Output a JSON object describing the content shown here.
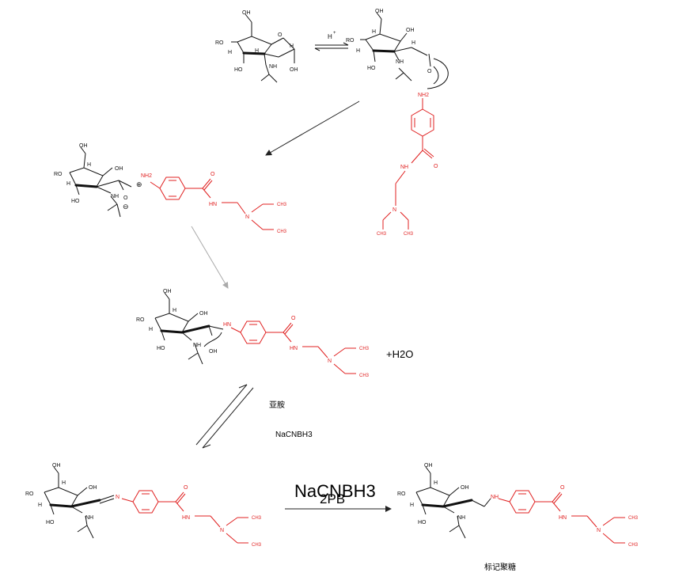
{
  "colors": {
    "reagent": "#e02020",
    "sugar": "#111111",
    "arrow": "#222222",
    "faint_arrow": "#aaaaaa"
  },
  "labels": {
    "acid": "H",
    "acid_sup": "+",
    "water": "+H2O",
    "imine_label": "亚胺",
    "reductant_small": "NaCNBH3",
    "reductant_big": "NaCNBH3",
    "second_reagent": "2PB",
    "product_label": "标记聚糖"
  },
  "atoms": {
    "ro": "RO",
    "oh": "OH",
    "ho": "HO",
    "h": "H",
    "o": "O",
    "nh": "NH",
    "hn": "HN",
    "n": "N",
    "nh2": "NH2",
    "ch3": "CH3",
    "plus": "⊕",
    "minus": "⊖"
  }
}
